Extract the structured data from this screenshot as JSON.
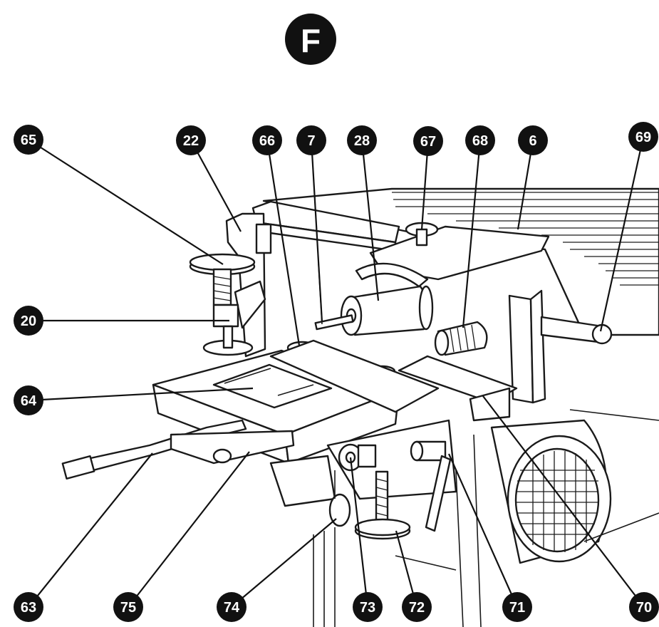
{
  "figure_letter": "F",
  "colors": {
    "ink": "#1a1a1a",
    "badge": "#111111",
    "badge_text": "#ffffff"
  },
  "callouts": [
    "65",
    "22",
    "66",
    "7",
    "28",
    "67",
    "68",
    "6",
    "69",
    "20",
    "64",
    "63",
    "75",
    "74",
    "73",
    "72",
    "71",
    "70"
  ]
}
